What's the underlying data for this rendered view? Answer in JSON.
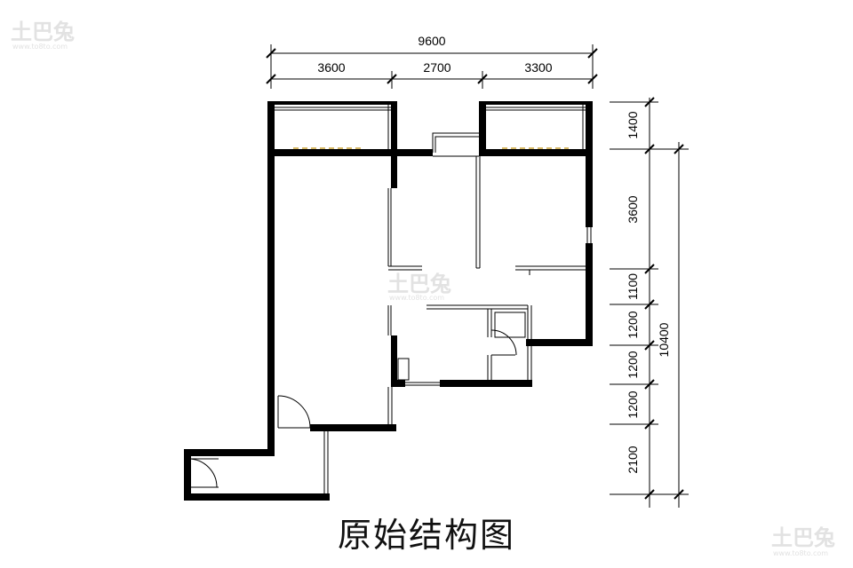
{
  "title": "原始结构图",
  "watermark": {
    "brand": "土巴兔",
    "site": "www.to8to.com"
  },
  "dimensions": {
    "top_total": "9600",
    "top_segments": [
      "3600",
      "2700",
      "3300"
    ],
    "right_segments": [
      "1400",
      "3600",
      "1100",
      "1200",
      "1200",
      "1200",
      "2100"
    ],
    "right_total": "10400"
  },
  "colors": {
    "wall": "#000000",
    "line": "#000000",
    "window_mark": "#c8a032"
  }
}
